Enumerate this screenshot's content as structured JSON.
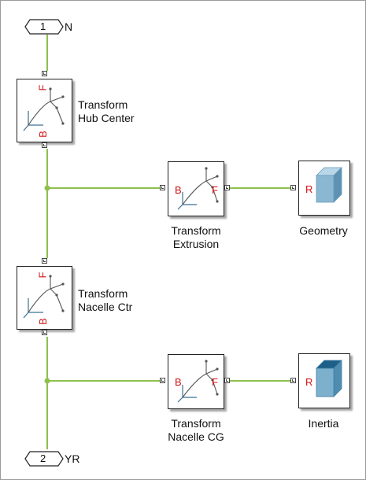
{
  "inports": [
    {
      "number": "1",
      "label": "N"
    },
    {
      "number": "2",
      "label": "YR"
    }
  ],
  "blocks": {
    "transform_hub": {
      "title_line1": "Transform",
      "title_line2": "Hub Center",
      "port_top": "F",
      "port_bottom": "B"
    },
    "transform_extrusion": {
      "title_line1": "Transform",
      "title_line2": "Extrusion",
      "port_left": "B",
      "port_right": "F"
    },
    "geometry": {
      "title": "Geometry",
      "port": "R"
    },
    "transform_nacelle_ctr": {
      "title_line1": "Transform",
      "title_line2": "Nacelle Ctr",
      "port_top": "F",
      "port_bottom": "B"
    },
    "transform_nacelle_cg": {
      "title_line1": "Transform",
      "title_line2": "Nacelle CG",
      "port_left": "B",
      "port_right": "F"
    },
    "inertia": {
      "title": "Inertia",
      "port": "R"
    }
  },
  "colors": {
    "wire": "#8ec04e",
    "port_label": "#d11414",
    "solid_front": "#8ab8d2",
    "solid_top": "#b9d7e8",
    "solid_side": "#5d92b2",
    "inertia_front": "#7cb0cc",
    "inertia_top": "#1d5f86",
    "inertia_side": "#4f8cb0"
  },
  "icons": {
    "transform": "rigid-transform-frames-icon",
    "solid": "solid-brick-icon",
    "inertia": "inertia-cube-icon"
  }
}
